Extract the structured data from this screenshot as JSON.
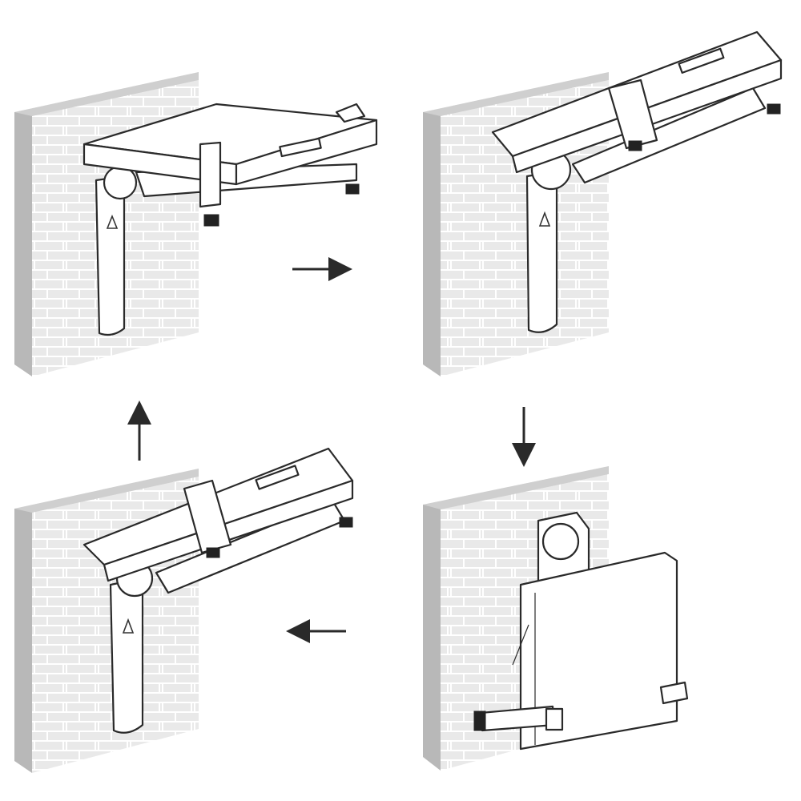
{
  "diagram": {
    "panels": [
      {
        "state": "unfolded-horizontal"
      },
      {
        "state": "tilted-up"
      },
      {
        "state": "folded-down"
      },
      {
        "state": "tilted-up"
      }
    ],
    "arrows": [
      {
        "direction": "right"
      },
      {
        "direction": "down"
      },
      {
        "direction": "left"
      },
      {
        "direction": "up"
      }
    ]
  },
  "colors": {
    "wall_face": "#e9e9e9",
    "wall_side": "#b8b8b8",
    "wall_top": "#cfcfcf",
    "mortar": "#ffffff",
    "line": "#2a2a2a",
    "arrow": "#2a2a2a"
  },
  "icons": [
    "brick-wall-icon",
    "wall-bracket-icon",
    "knob-icon",
    "arrow-icon"
  ]
}
